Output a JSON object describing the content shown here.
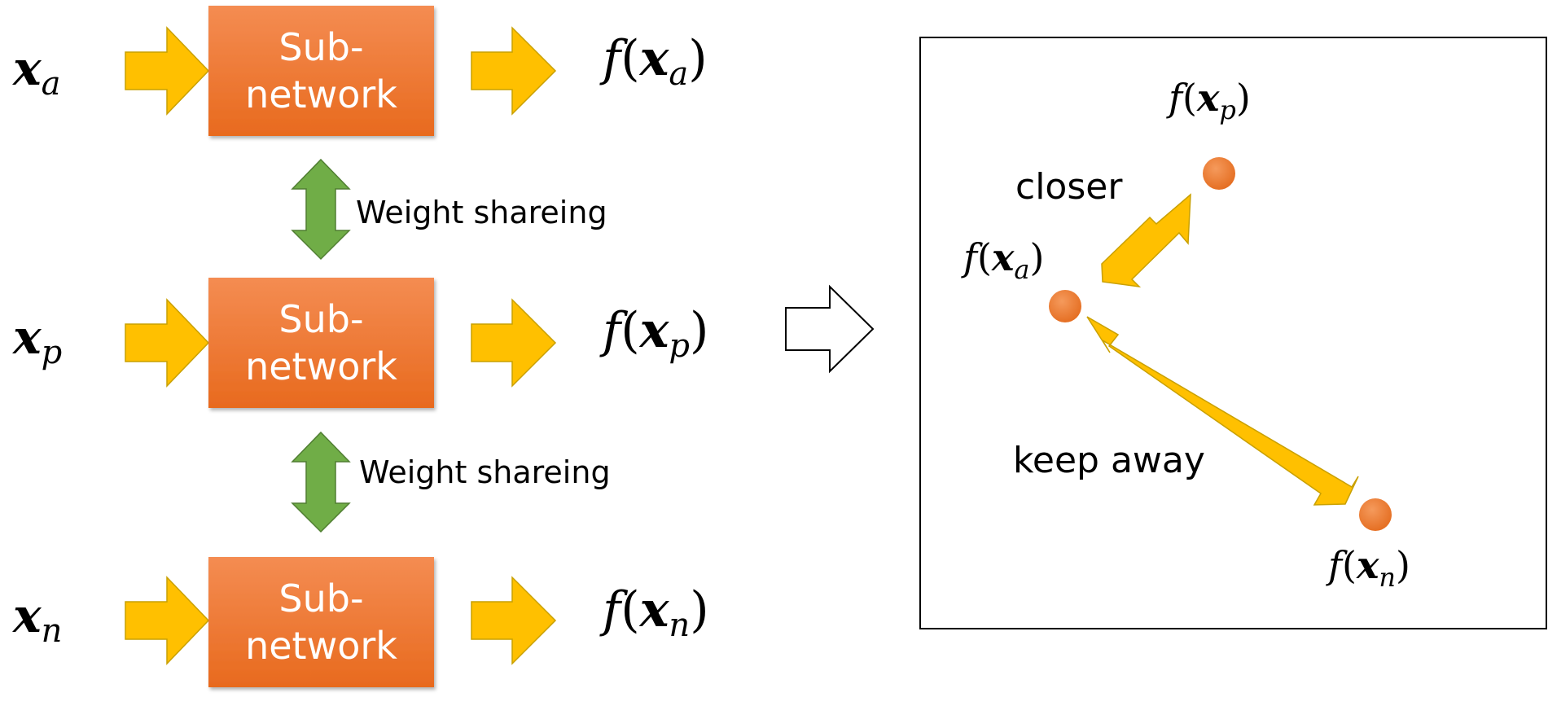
{
  "rows": [
    {
      "input": {
        "var": "x",
        "sub": "a"
      },
      "block_line1": "Sub-",
      "block_line2": "network",
      "output": {
        "fn": "f",
        "var": "x",
        "sub": "a"
      }
    },
    {
      "input": {
        "var": "x",
        "sub": "p"
      },
      "block_line1": "Sub-",
      "block_line2": "network",
      "output": {
        "fn": "f",
        "var": "x",
        "sub": "p"
      }
    },
    {
      "input": {
        "var": "x",
        "sub": "n"
      },
      "block_line1": "Sub-",
      "block_line2": "network",
      "output": {
        "fn": "f",
        "var": "x",
        "sub": "n"
      }
    }
  ],
  "weight_sharing": [
    {
      "label": "Weight shareing"
    },
    {
      "label": "Weight shareing"
    }
  ],
  "embedding_space": {
    "points": [
      {
        "fn": "f",
        "var": "x",
        "sub": "p"
      },
      {
        "fn": "f",
        "var": "x",
        "sub": "a"
      },
      {
        "fn": "f",
        "var": "x",
        "sub": "n"
      }
    ],
    "closer_label": "closer",
    "away_label": "keep away"
  },
  "colors": {
    "block_top": "#f48c52",
    "block_bottom": "#e86a1e",
    "flow_arrow": "#ffc000",
    "flow_arrow_edge": "#c9a000",
    "share_arrow": "#70ad47",
    "share_arrow_edge": "#507e32",
    "point": "#ed7d31"
  }
}
